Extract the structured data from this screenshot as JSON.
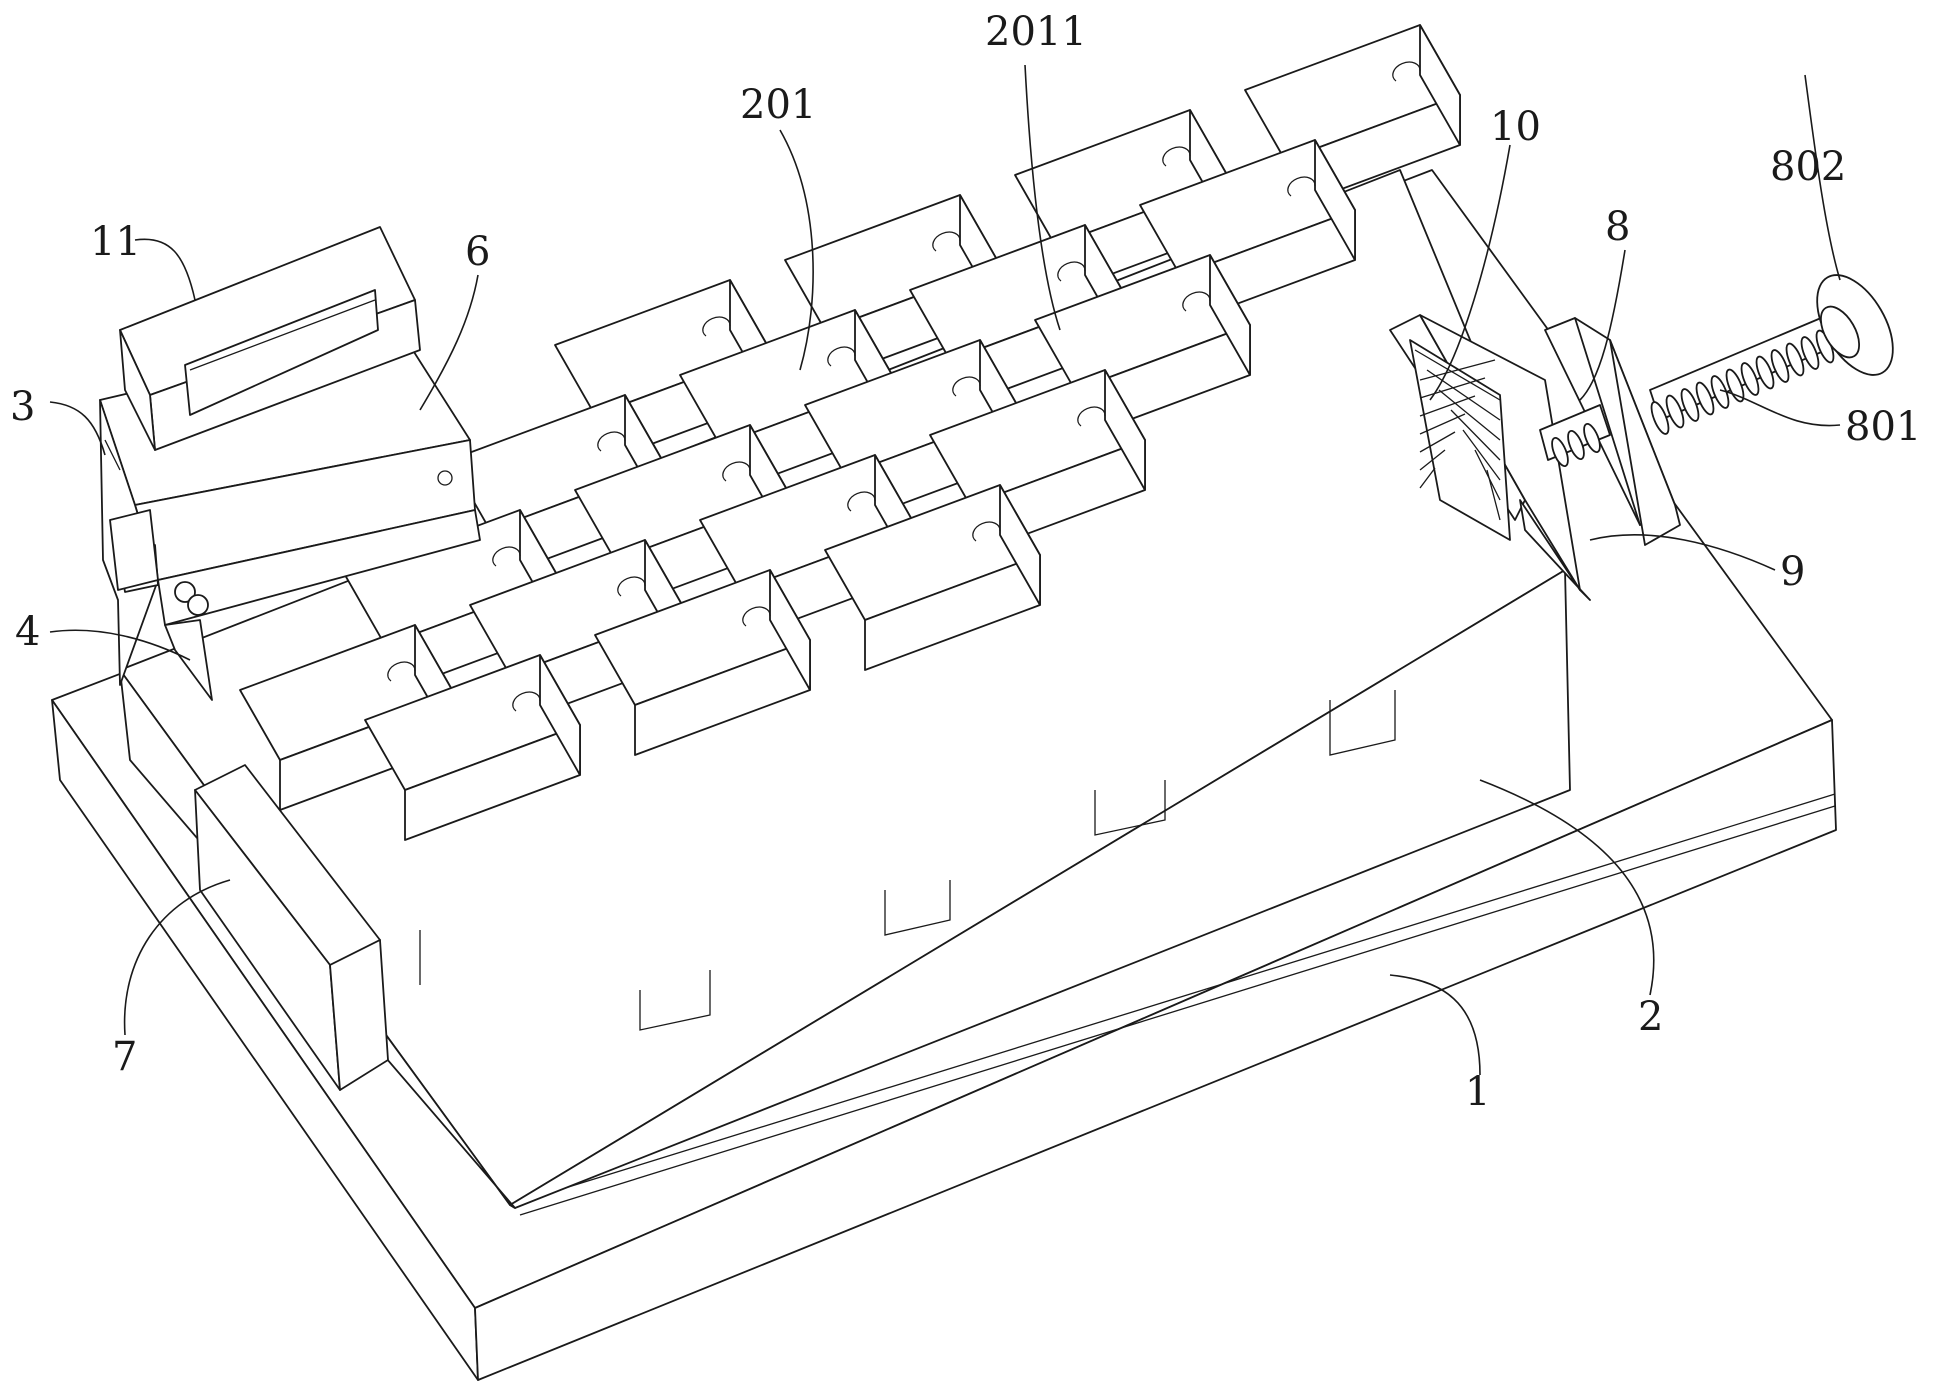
{
  "labels": {
    "l1": "1",
    "l2": "2",
    "l201": "201",
    "l2011": "2011",
    "l3": "3",
    "l4": "4",
    "l6": "6",
    "l7": "7",
    "l8": "8",
    "l801": "801",
    "l802": "802",
    "l9": "9",
    "l10": "10",
    "l11": "11"
  }
}
